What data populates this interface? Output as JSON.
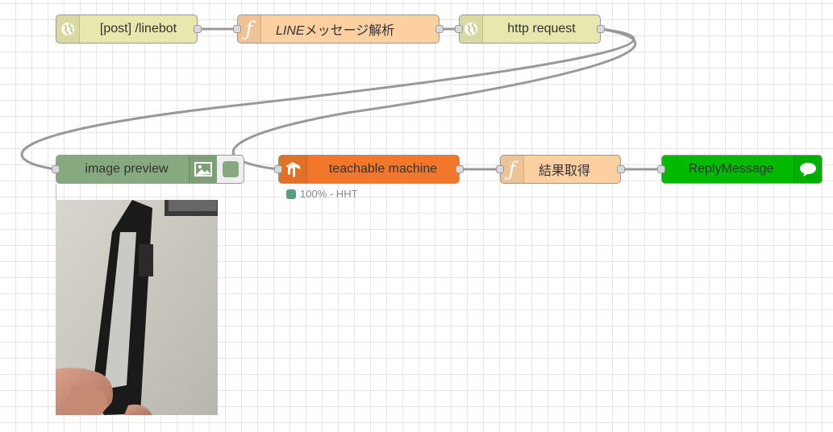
{
  "flow": {
    "nodes": [
      {
        "id": "n1",
        "label": "[post] /linebot",
        "type": "http-in",
        "color": "#e7e7ae",
        "icon": "globe-icon"
      },
      {
        "id": "n2",
        "label_italic": "LINE",
        "label_rest": "メッセージ解析",
        "type": "function",
        "color": "#fdd0a2",
        "icon": "function-icon"
      },
      {
        "id": "n3",
        "label": "http request",
        "type": "http-request",
        "color": "#e7e7ae",
        "icon": "globe-icon"
      },
      {
        "id": "n4",
        "label": "image preview",
        "type": "image-preview",
        "color": "#87a980",
        "icon": "image-icon"
      },
      {
        "id": "n5",
        "label": "teachable machine",
        "type": "teachable-machine",
        "color": "#f0772b",
        "icon": "tensorflow-icon"
      },
      {
        "id": "n6",
        "label": "結果取得",
        "type": "function",
        "color": "#fdd0a2",
        "icon": "function-icon"
      },
      {
        "id": "n7",
        "label": "ReplyMessage",
        "type": "line-reply",
        "color": "#00b900",
        "icon": "chat-bubble-icon"
      }
    ],
    "status": {
      "n5": "100% - HHT"
    }
  }
}
